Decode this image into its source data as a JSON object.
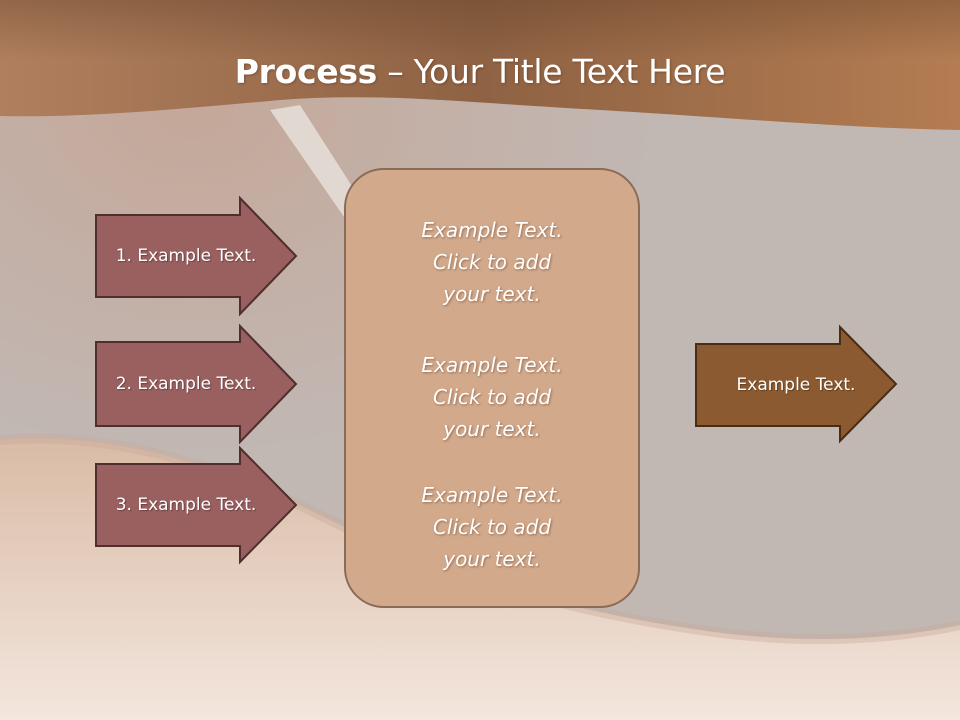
{
  "slide": {
    "title_bold": "Process",
    "title_rest": " – Your Title Text Here",
    "left_arrows": [
      {
        "label": "1. Example Text."
      },
      {
        "label": "2. Example Text."
      },
      {
        "label": "3. Example Text."
      }
    ],
    "center_paragraphs": [
      {
        "lines": [
          "Example Text.",
          "Click  to add",
          "your text."
        ]
      },
      {
        "lines": [
          "Example Text.",
          "Click  to add",
          "your text."
        ]
      },
      {
        "lines": [
          "Example Text.",
          "Click  to add",
          "your text."
        ]
      }
    ],
    "right_arrow": {
      "label": "Example Text."
    }
  },
  "colors": {
    "header_band": "#9c6b48",
    "left_arrow_fill": "#9a5f5f",
    "left_arrow_border": "#4f2e2e",
    "center_box_fill": "#d2a98b",
    "center_box_border": "#8b6b58",
    "right_arrow_fill": "#8b5a30",
    "right_arrow_border": "#4a2c12"
  }
}
